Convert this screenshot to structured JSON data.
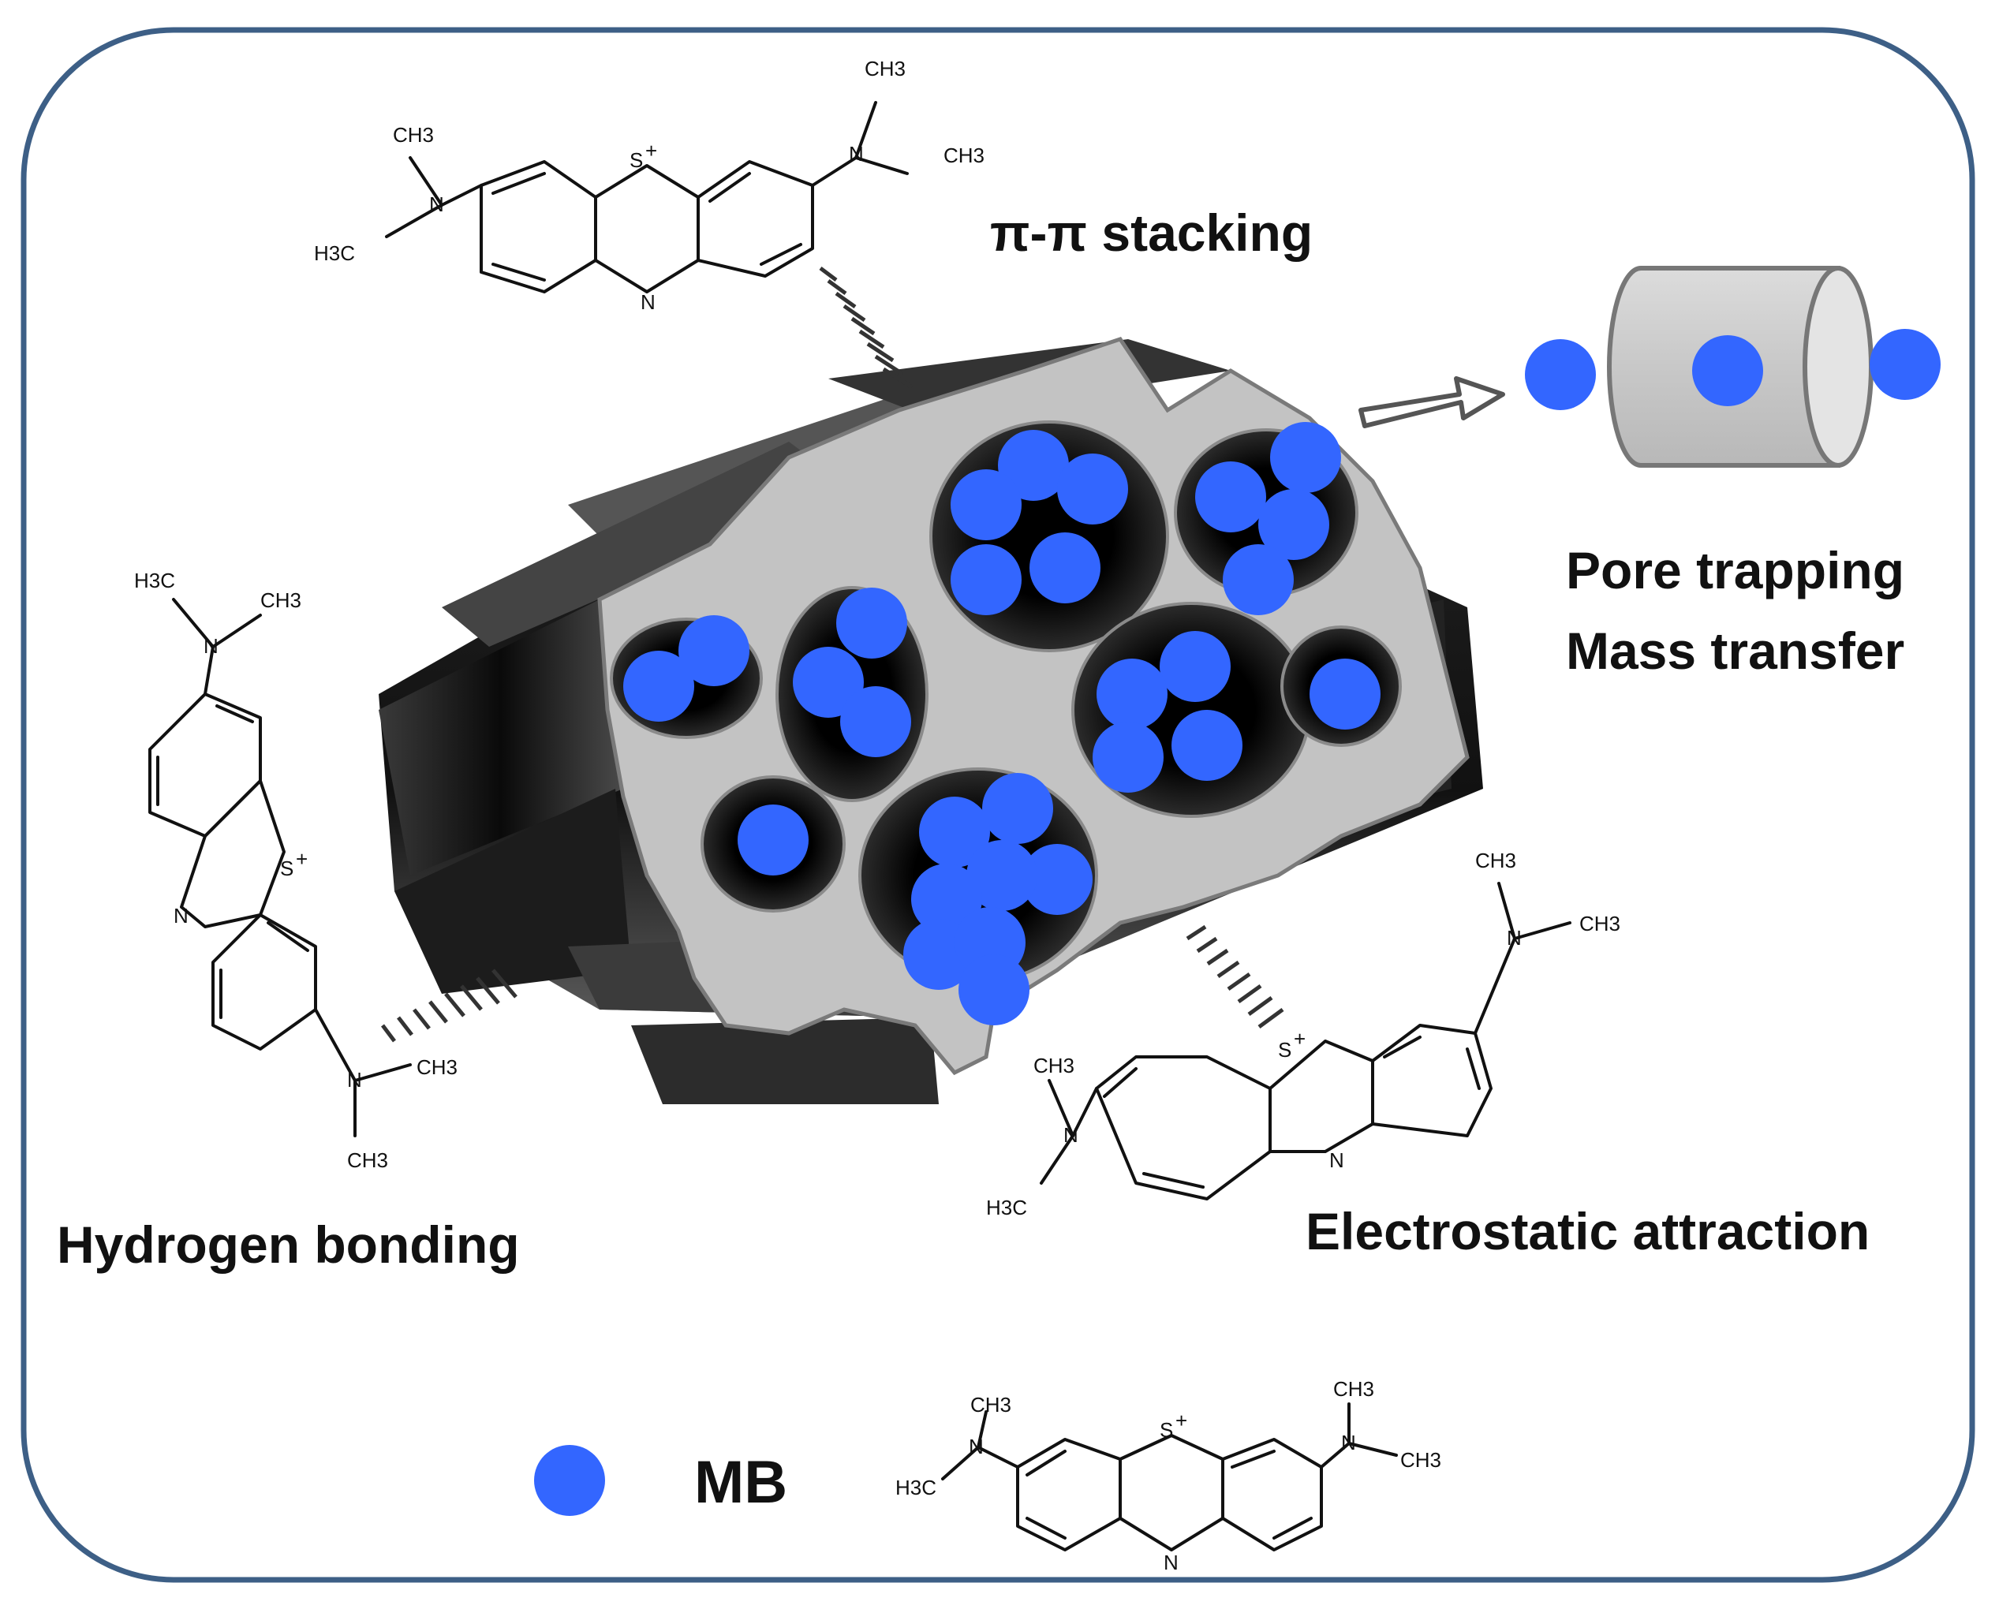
{
  "labels": {
    "pi_stacking": "π-π stacking",
    "pore_trapping": "Pore trapping",
    "mass_transfer": "Mass transfer",
    "hydrogen_bonding": "Hydrogen bonding",
    "electrostatic": "Electrostatic attraction",
    "legend_mb": "MB"
  },
  "molecule_atoms": {
    "sulfur": "S",
    "charge": "+",
    "nitrogen": "N",
    "methyl": "CH3",
    "methyl_left": "H3C"
  },
  "colors": {
    "mb_sphere": "#3366ff",
    "frame": "#3d5f86",
    "pore_face": "#c3c3c3",
    "carbon_body": "#2a2a2a"
  },
  "icons": {
    "arrow": "hollow-right-arrow-icon",
    "cylinder": "pore-cylinder-icon",
    "sphere": "mb-sphere-icon"
  }
}
